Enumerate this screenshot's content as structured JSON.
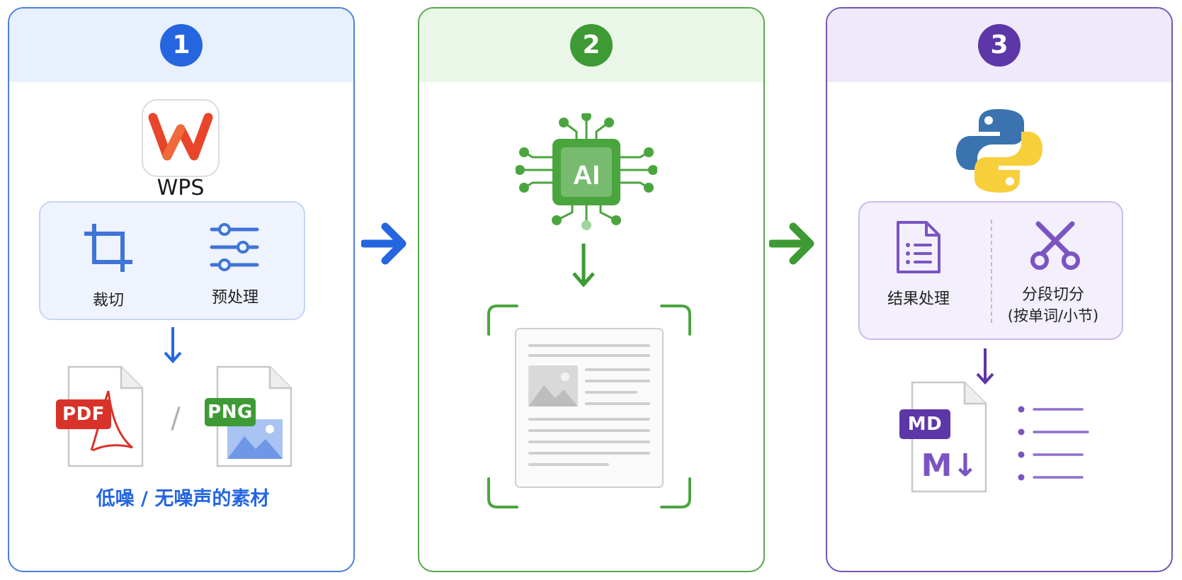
{
  "steps": [
    {
      "number": "1",
      "app_name": "WPS",
      "tools": [
        {
          "label": "裁切",
          "icon": "crop-icon"
        },
        {
          "label": "预处理",
          "icon": "sliders-icon"
        }
      ],
      "outputs": [
        {
          "tag": "PDF",
          "icon": "pdf-file-icon"
        },
        {
          "tag": "PNG",
          "icon": "png-file-icon"
        }
      ],
      "separator": "/",
      "caption": "低噪 / 无噪声的素材",
      "color": "#2566e0"
    },
    {
      "number": "2",
      "chip_label": "AI",
      "chip_icon": "ai-chip-icon",
      "document_icon": "scanned-document-icon",
      "color": "#3d9a34"
    },
    {
      "number": "3",
      "logo_icon": "python-logo-icon",
      "tools": [
        {
          "label": "结果处理",
          "icon": "document-list-icon"
        },
        {
          "label": "分段切分",
          "sublabel": "(按单词/小节)",
          "icon": "scissors-icon"
        }
      ],
      "outputs": [
        {
          "tag": "MD",
          "mark": "M↓",
          "icon": "markdown-file-icon"
        },
        {
          "icon": "bullet-list-icon"
        }
      ],
      "color": "#5d36a8"
    }
  ],
  "arrows": [
    {
      "icon": "arrow-right-icon",
      "color": "#2566e0"
    },
    {
      "icon": "arrow-right-icon",
      "color": "#3d9a34"
    }
  ]
}
